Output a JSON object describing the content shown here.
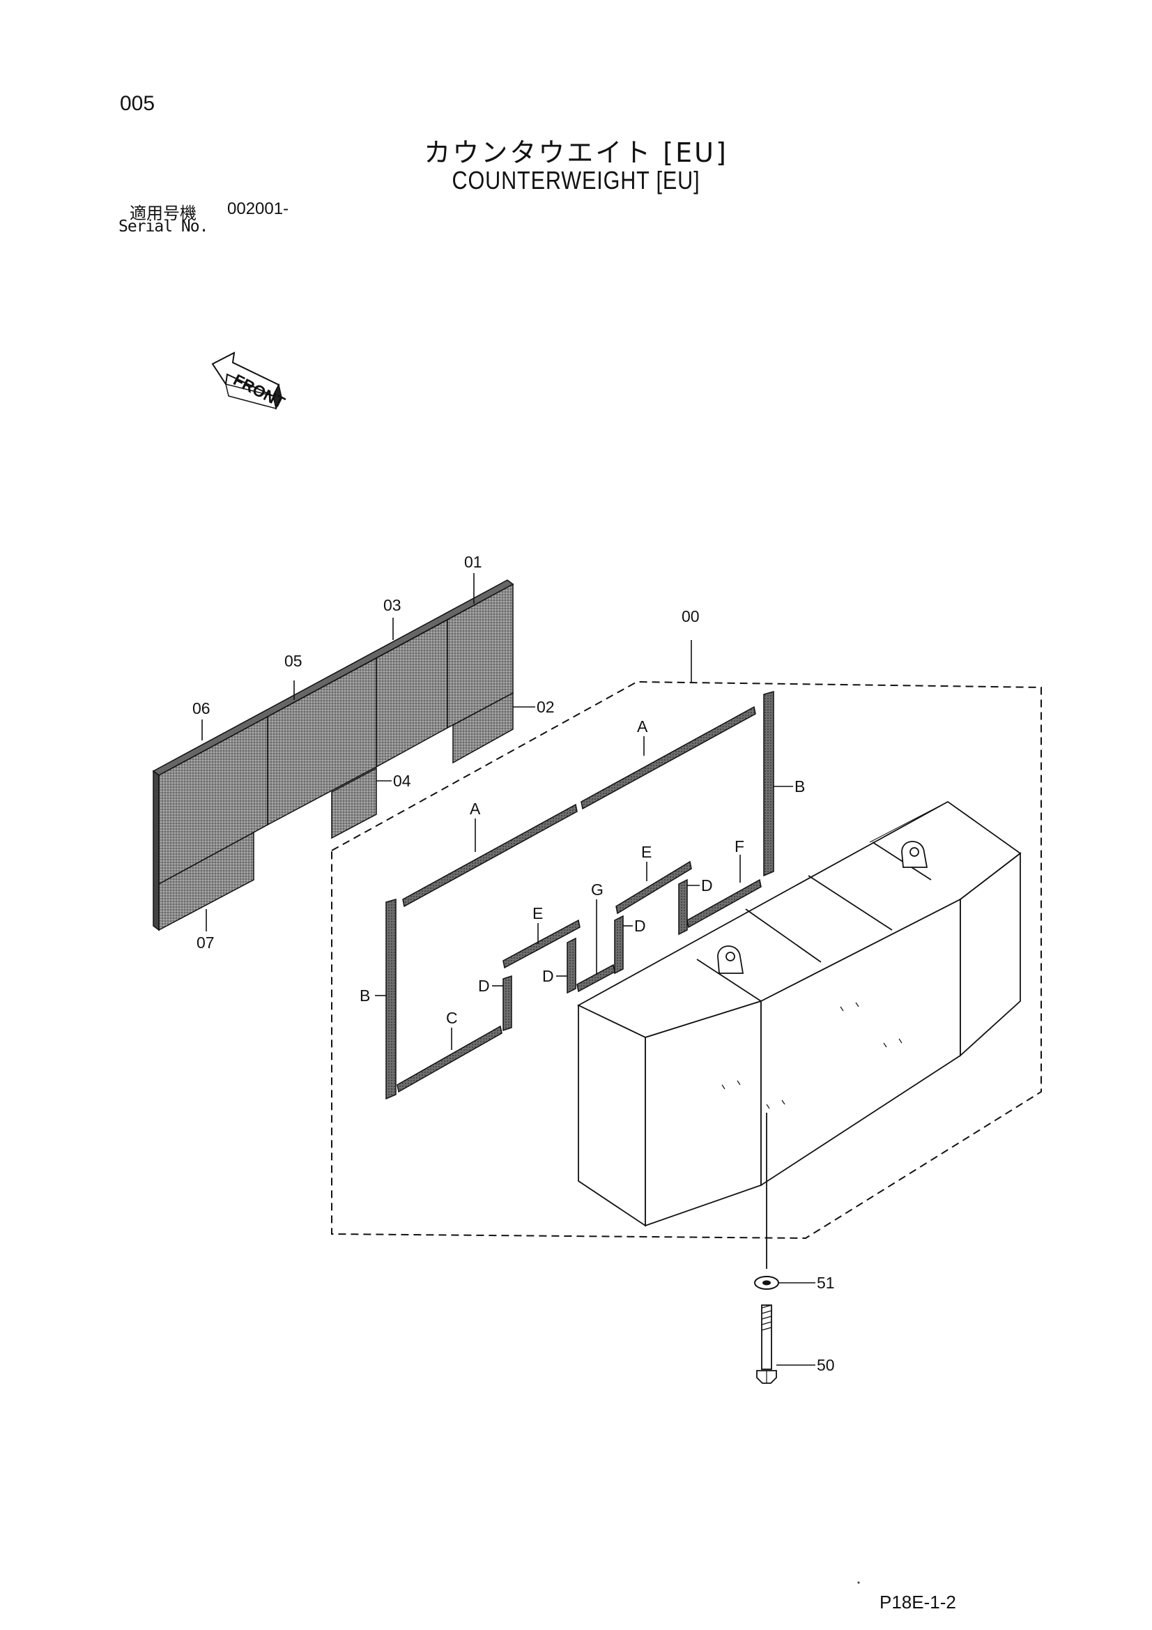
{
  "header": {
    "page_number": "005",
    "title_jp": "カウンタウエイト [EU]",
    "title_en": "COUNTERWEIGHT [EU]",
    "serial_label_jp": "適用号機",
    "serial_value": "002001-",
    "serial_label_en": "Serial No."
  },
  "diagram": {
    "front_label": "FRONT",
    "callouts": {
      "p00": "00",
      "p01": "01",
      "p02": "02",
      "p03": "03",
      "p04": "04",
      "p05": "05",
      "p06": "06",
      "p07": "07",
      "p50": "50",
      "p51": "51"
    },
    "seal_letters": {
      "A": "A",
      "B": "B",
      "C": "C",
      "D": "D",
      "E": "E",
      "F": "F",
      "G": "G"
    }
  },
  "footer": {
    "page_code": "P18E-1-2"
  }
}
